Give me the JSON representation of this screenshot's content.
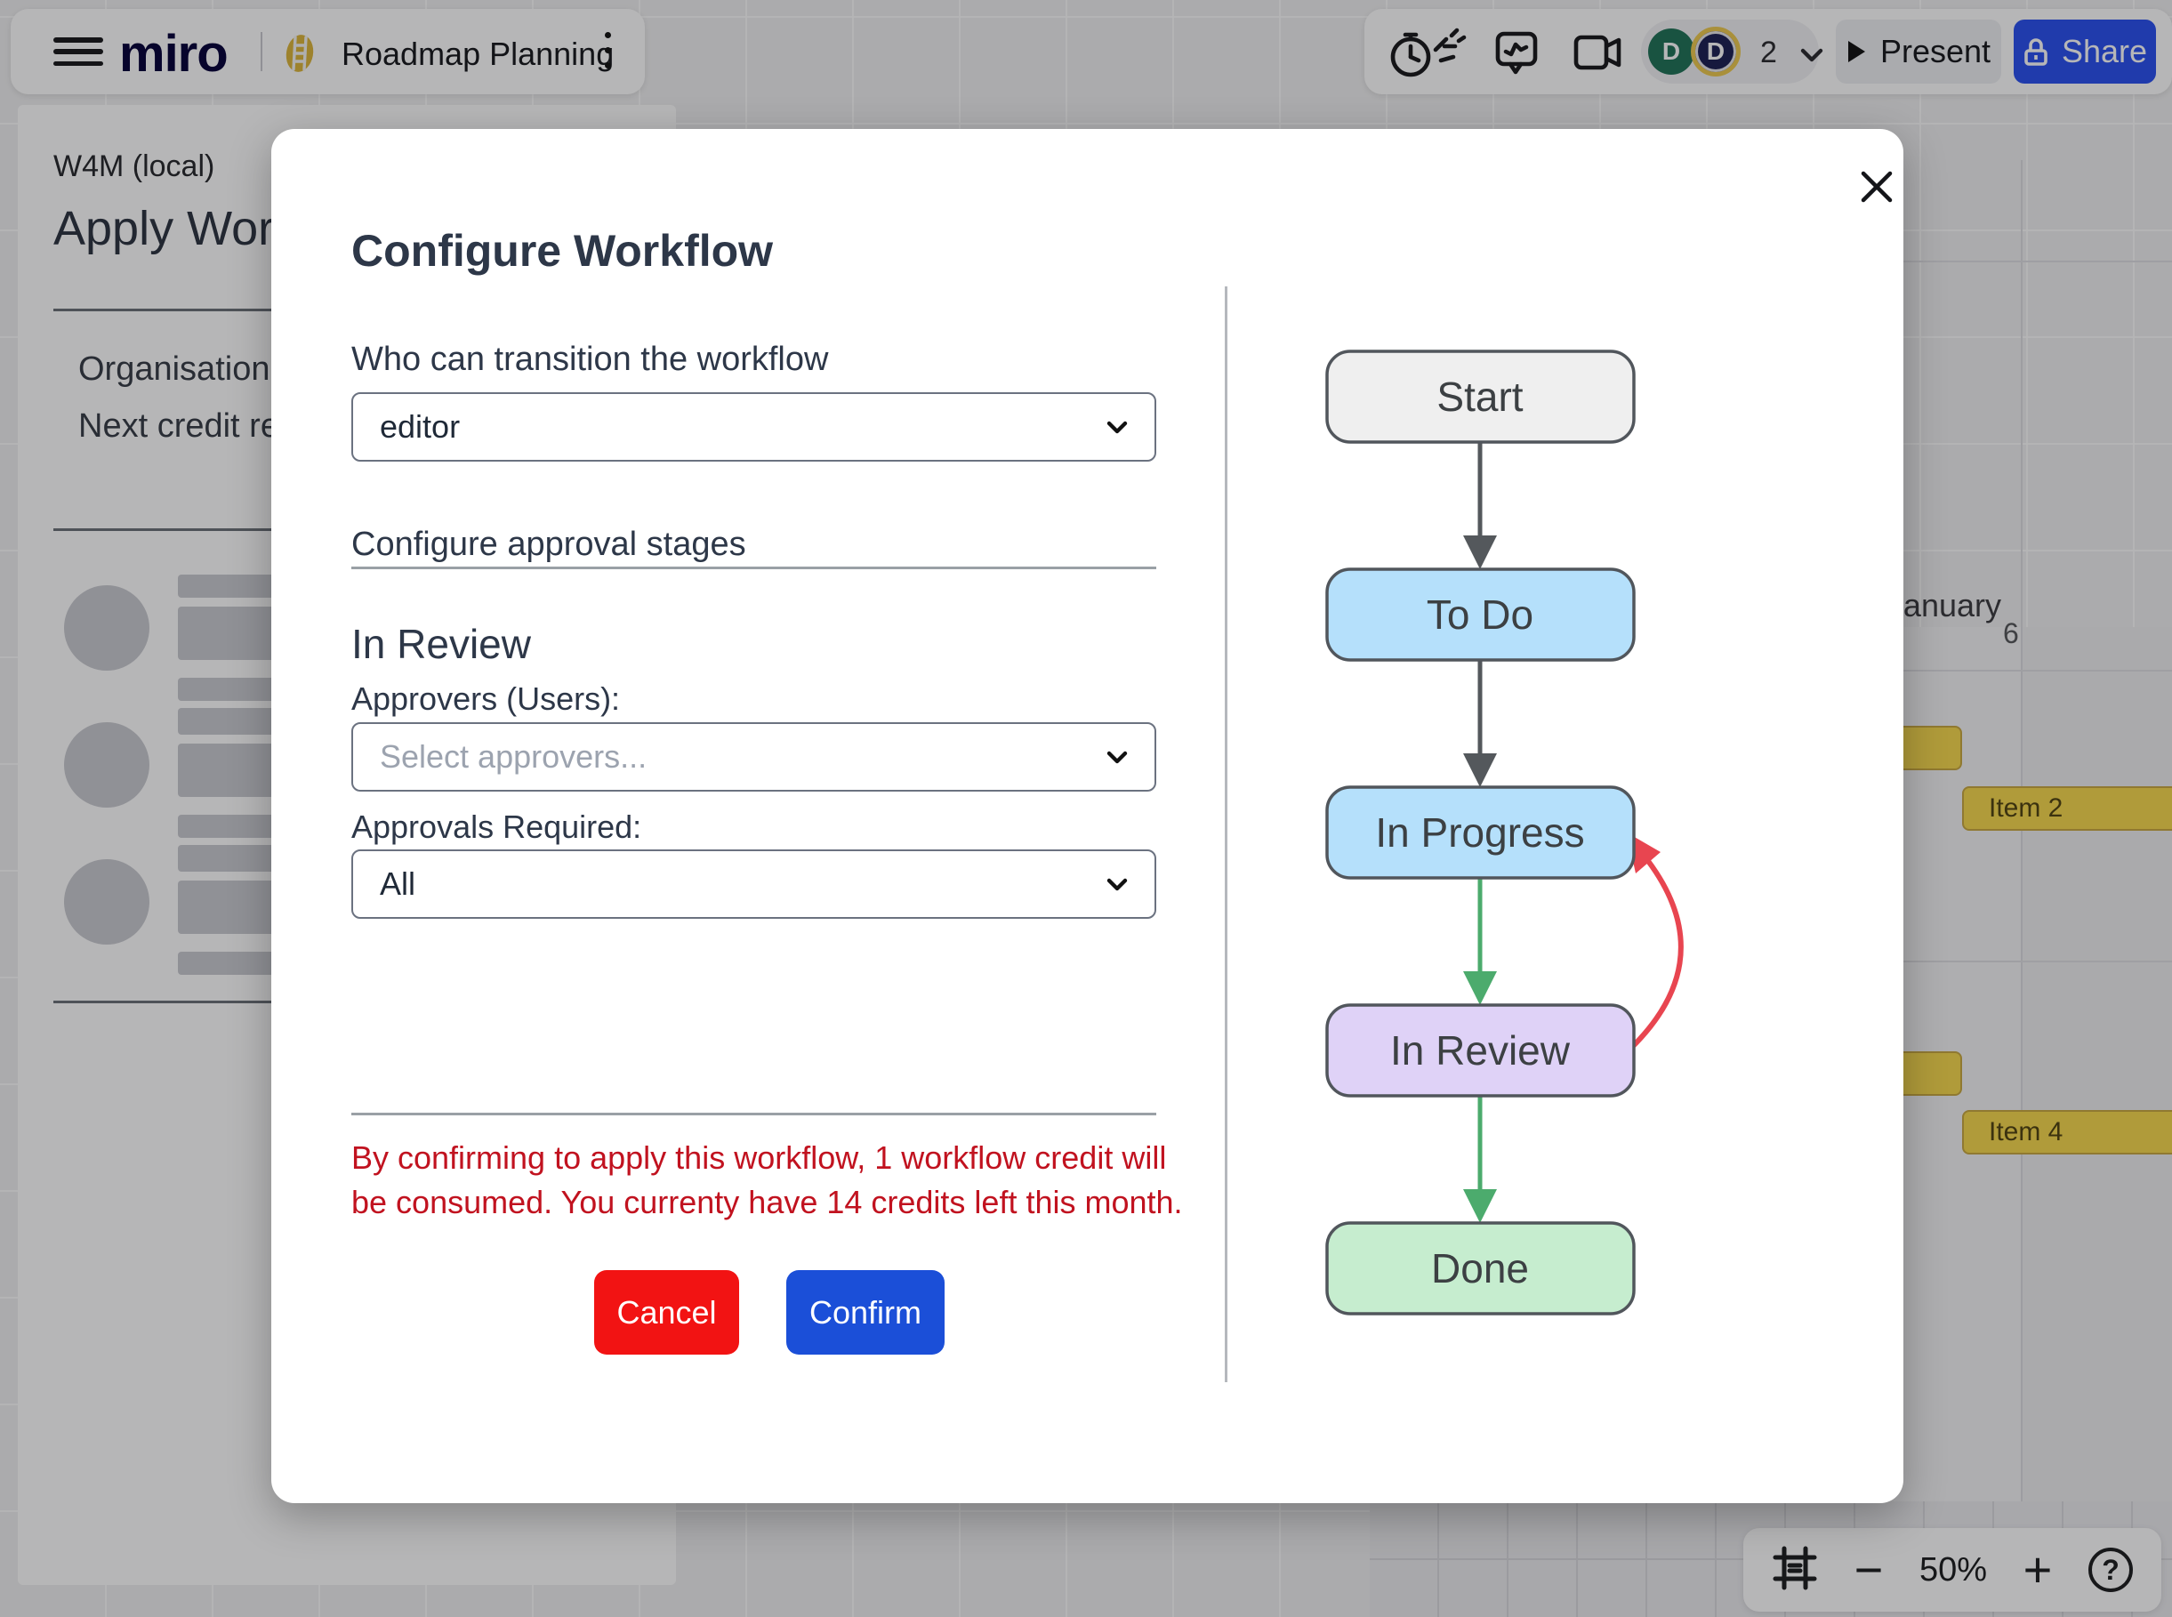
{
  "topbar": {
    "logo_text": "miro",
    "board_title": "Roadmap Planning",
    "collaborator_count": "2",
    "present_label": "Present",
    "share_label": "Share",
    "share_bg": "#2950f0",
    "avatars": [
      {
        "initial": "D",
        "bg": "#1f7257"
      },
      {
        "initial": "D",
        "bg": "#1b1f52",
        "ring": "#ecc94e"
      }
    ]
  },
  "canvas": {
    "panel": {
      "board_name": "W4M (local)",
      "heading": "Apply Workflo",
      "row1": "Organisation cred",
      "row2": "Next credit refres"
    },
    "gantt": {
      "month_label": "January",
      "day_label": "6",
      "bar_labels": [
        "Item 2",
        "Item 4"
      ],
      "bar_color": "#f7d84d"
    }
  },
  "modal": {
    "title": "Configure Workflow",
    "transition_label": "Who can transition the workflow",
    "transition_value": "editor",
    "approval_section_label": "Configure approval stages",
    "stage_title": "In Review",
    "approvers_label": "Approvers (Users):",
    "approvers_placeholder": "Select approvers...",
    "approvals_required_label": "Approvals Required:",
    "approvals_required_value": "All",
    "warning_line1": "By confirming to apply this workflow, 1 workflow credit will",
    "warning_line2": "be consumed. You currenty have 14 credits left this month.",
    "warning_color": "#c1121f",
    "cancel_label": "Cancel",
    "cancel_bg": "#f21313",
    "confirm_label": "Confirm",
    "confirm_bg": "#1b4fd8"
  },
  "workflow_diagram": {
    "nodes": [
      {
        "label": "Start",
        "fill": "#efefef"
      },
      {
        "label": "To Do",
        "fill": "#b5e0fb"
      },
      {
        "label": "In Progress",
        "fill": "#b5e0fb"
      },
      {
        "label": "In Review",
        "fill": "#dfd2f7"
      },
      {
        "label": "Done",
        "fill": "#c6edcf"
      }
    ],
    "edges": [
      {
        "from": "Start",
        "to": "To Do",
        "color": "#54585c"
      },
      {
        "from": "To Do",
        "to": "In Progress",
        "color": "#54585c"
      },
      {
        "from": "In Progress",
        "to": "In Review",
        "color": "#4cab6d"
      },
      {
        "from": "In Review",
        "to": "Done",
        "color": "#4cab6d"
      },
      {
        "from": "In Review",
        "to": "In Progress",
        "color": "#e84550",
        "curved": true
      }
    ]
  },
  "zoom_controls": {
    "zoom_out": "−",
    "zoom_level": "50%",
    "zoom_in": "+",
    "help": "?"
  }
}
